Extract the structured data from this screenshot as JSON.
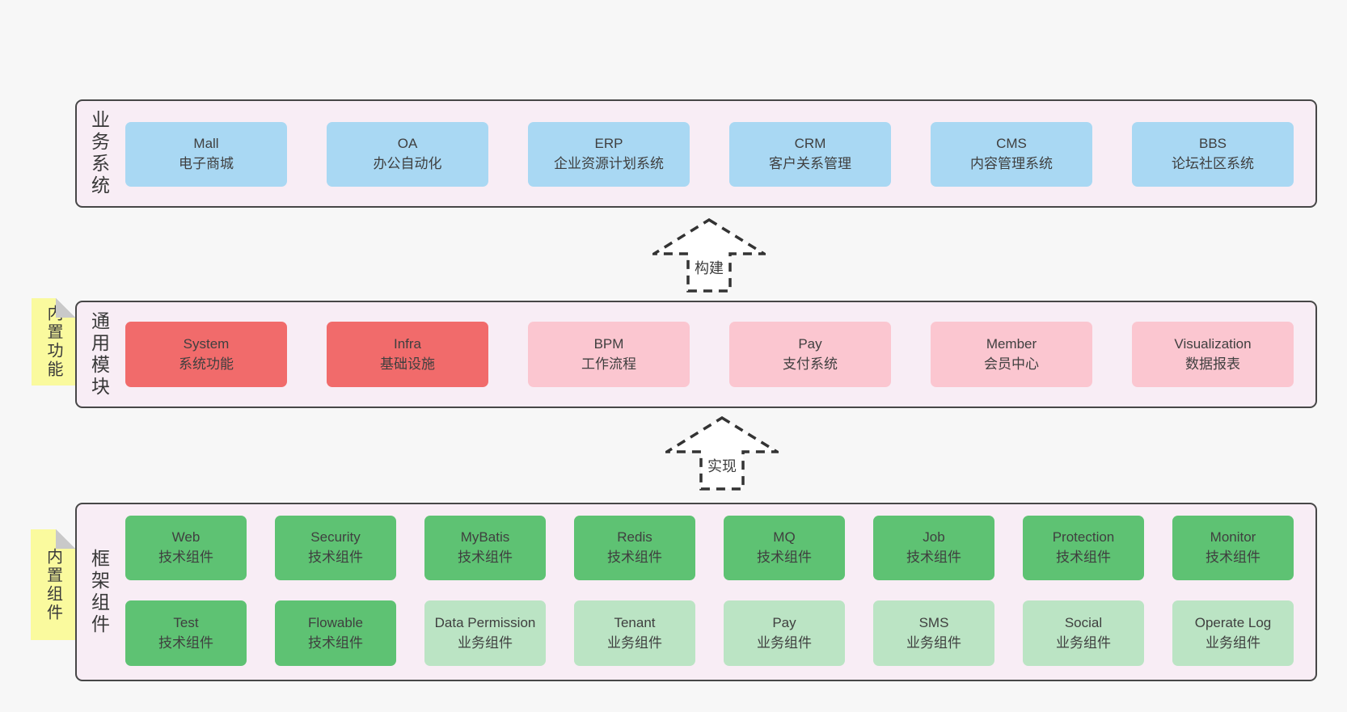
{
  "colors": {
    "page_bg": "#f7f7f7",
    "layer_bg": "#f8edf5",
    "layer_border": "#474747",
    "blue": "#a9d8f3",
    "red": "#f16b6b",
    "pink": "#fbc6d0",
    "green": "#5ec273",
    "light_green": "#bbe4c4",
    "note_yellow": "#fafa9e",
    "note_fold_grey": "#c9c9c9",
    "text": "#3f3f3f",
    "arrow_stroke": "#333333",
    "arrow_fill": "#ffffff"
  },
  "layers": {
    "business": {
      "label": "业务系统",
      "boxes": [
        {
          "title": "Mall",
          "subtitle": "电子商城"
        },
        {
          "title": "OA",
          "subtitle": "办公自动化"
        },
        {
          "title": "ERP",
          "subtitle": "企业资源计划系统"
        },
        {
          "title": "CRM",
          "subtitle": "客户关系管理"
        },
        {
          "title": "CMS",
          "subtitle": "内容管理系统"
        },
        {
          "title": "BBS",
          "subtitle": "论坛社区系统"
        }
      ]
    },
    "modules": {
      "label": "通用模块",
      "note": "内置功能",
      "boxes": [
        {
          "title": "System",
          "subtitle": "系统功能"
        },
        {
          "title": "Infra",
          "subtitle": "基础设施"
        },
        {
          "title": "BPM",
          "subtitle": "工作流程"
        },
        {
          "title": "Pay",
          "subtitle": "支付系统"
        },
        {
          "title": "Member",
          "subtitle": "会员中心"
        },
        {
          "title": "Visualization",
          "subtitle": "数据报表"
        }
      ]
    },
    "components": {
      "label": "框架组件",
      "note": "内置组件",
      "row1": [
        {
          "title": "Web",
          "subtitle": "技术组件"
        },
        {
          "title": "Security",
          "subtitle": "技术组件"
        },
        {
          "title": "MyBatis",
          "subtitle": "技术组件"
        },
        {
          "title": "Redis",
          "subtitle": "技术组件"
        },
        {
          "title": "MQ",
          "subtitle": "技术组件"
        },
        {
          "title": "Job",
          "subtitle": "技术组件"
        },
        {
          "title": "Protection",
          "subtitle": "技术组件"
        },
        {
          "title": "Monitor",
          "subtitle": "技术组件"
        }
      ],
      "row2": [
        {
          "title": "Test",
          "subtitle": "技术组件"
        },
        {
          "title": "Flowable",
          "subtitle": "技术组件"
        },
        {
          "title": "Data Permission",
          "subtitle": "业务组件"
        },
        {
          "title": "Tenant",
          "subtitle": "业务组件"
        },
        {
          "title": "Pay",
          "subtitle": "业务组件"
        },
        {
          "title": "SMS",
          "subtitle": "业务组件"
        },
        {
          "title": "Social",
          "subtitle": "业务组件"
        },
        {
          "title": "Operate Log",
          "subtitle": "业务组件"
        }
      ]
    }
  },
  "arrows": {
    "build": "构建",
    "implement": "实现"
  }
}
